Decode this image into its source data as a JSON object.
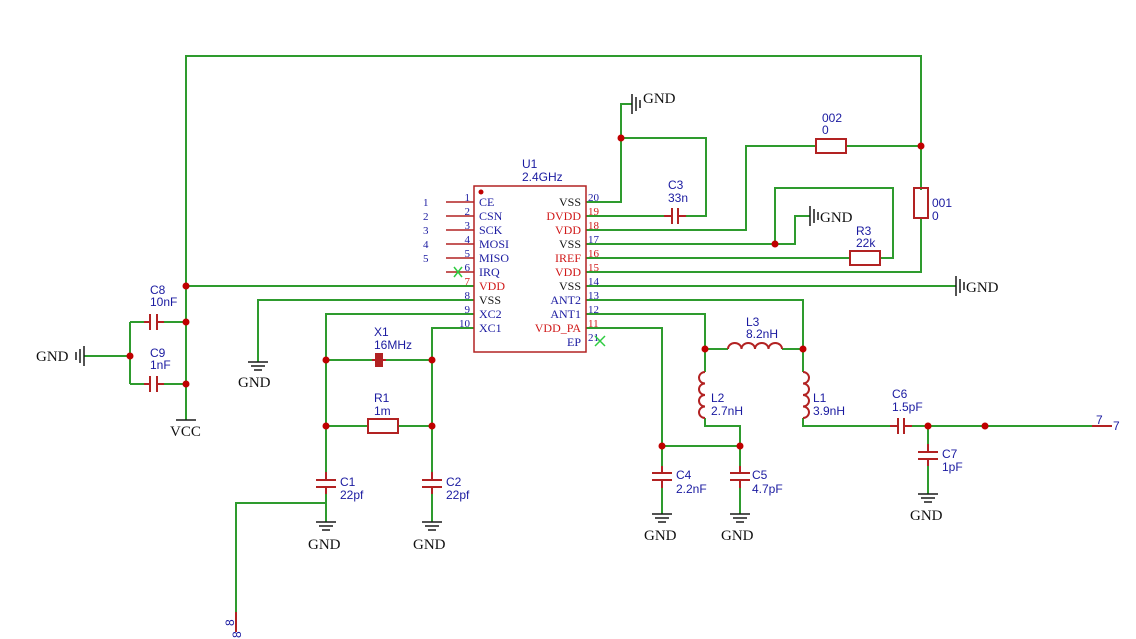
{
  "ic": {
    "ref": "U1",
    "value": "2.4GHz",
    "left_pins": [
      {
        "num": "1",
        "name": "CE",
        "net": "1"
      },
      {
        "num": "2",
        "name": "CSN",
        "net": "2"
      },
      {
        "num": "3",
        "name": "SCK",
        "net": "3"
      },
      {
        "num": "4",
        "name": "MOSI",
        "net": "4"
      },
      {
        "num": "5",
        "name": "MISO",
        "net": "5"
      },
      {
        "num": "6",
        "name": "IRQ",
        "net": ""
      },
      {
        "num": "7",
        "name": "VDD",
        "net": ""
      },
      {
        "num": "8",
        "name": "VSS",
        "net": ""
      },
      {
        "num": "9",
        "name": "XC2",
        "net": ""
      },
      {
        "num": "10",
        "name": "XC1",
        "net": ""
      }
    ],
    "right_pins": [
      {
        "num": "20",
        "name": "VSS"
      },
      {
        "num": "19",
        "name": "DVDD"
      },
      {
        "num": "18",
        "name": "VDD"
      },
      {
        "num": "17",
        "name": "VSS"
      },
      {
        "num": "16",
        "name": "IREF"
      },
      {
        "num": "15",
        "name": "VDD"
      },
      {
        "num": "14",
        "name": "VSS"
      },
      {
        "num": "13",
        "name": "ANT2"
      },
      {
        "num": "12",
        "name": "ANT1"
      },
      {
        "num": "11",
        "name": "VDD_PA"
      },
      {
        "num": "21",
        "name": "EP"
      }
    ]
  },
  "components": {
    "c1": {
      "ref": "C1",
      "value": "22pf"
    },
    "c2": {
      "ref": "C2",
      "value": "22pf"
    },
    "c3": {
      "ref": "C3",
      "value": "33n"
    },
    "c4": {
      "ref": "C4",
      "value": "2.2nF"
    },
    "c5": {
      "ref": "C5",
      "value": "4.7pF"
    },
    "c6": {
      "ref": "C6",
      "value": "1.5pF"
    },
    "c7": {
      "ref": "C7",
      "value": "1pF"
    },
    "c8": {
      "ref": "C8",
      "value": "10nF"
    },
    "c9": {
      "ref": "C9",
      "value": "1nF"
    },
    "r1": {
      "ref": "R1",
      "value": "1m"
    },
    "r3": {
      "ref": "R3",
      "value": "22k"
    },
    "r001": {
      "ref": "001",
      "value": "0"
    },
    "r002": {
      "ref": "002",
      "value": "0"
    },
    "x1": {
      "ref": "X1",
      "value": "16MHz"
    },
    "l1": {
      "ref": "L1",
      "value": "3.9nH"
    },
    "l2": {
      "ref": "L2",
      "value": "2.7nH"
    },
    "l3": {
      "ref": "L3",
      "value": "8.2nH"
    }
  },
  "power": {
    "gnd": "GND",
    "vcc": "VCC"
  },
  "nets": {
    "ant_out": "7",
    "xtal_net": "8"
  },
  "colors": {
    "wire": "#2e9b2e",
    "component": "#b22222",
    "junction": "#c00000",
    "label": "#1a1aa0",
    "no_connect": "#2ecc40"
  }
}
